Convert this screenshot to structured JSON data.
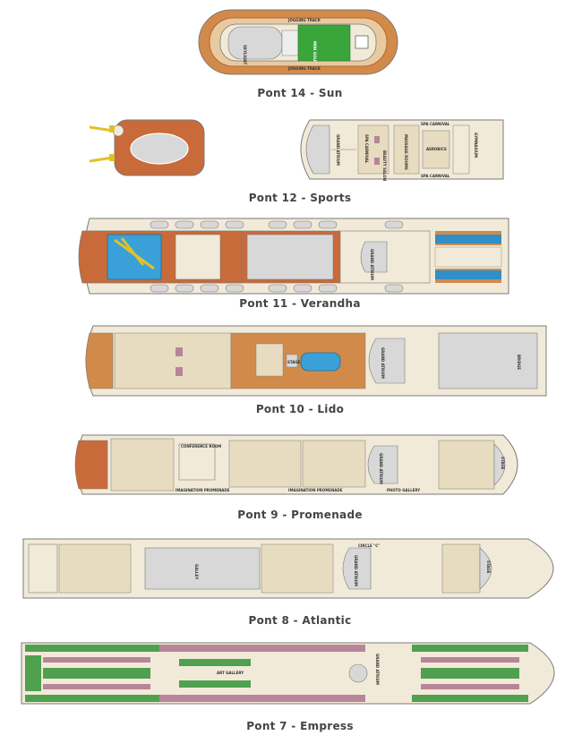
{
  "colors": {
    "hull": "#f2ead8",
    "outline": "#7a7a7a",
    "wood": "#d28a4a",
    "wood_dark": "#b8652f",
    "grey_area": "#d8d8d8",
    "green": "#3aa53a",
    "pool_blue": "#3aa0d8",
    "cabin_blue": "#2f8fc6",
    "cabin_green": "#4fa04f",
    "cabin_pink": "#b7859a",
    "beige": "#e8dcc0",
    "caption": "#444444"
  },
  "decks": {
    "d14": {
      "caption": "Pont 14 - Sun",
      "labels": {
        "jogging_top": "JOGGING TRACK",
        "jogging_bottom": "JOGGING TRACK",
        "skylight": "SKYLIGHT",
        "mini_golf": "MINI GOLF"
      }
    },
    "d12": {
      "caption": "Pont 12 - Sports",
      "labels": {
        "spa_top": "SPA CARNIVAL",
        "spa_bottom": "SPA CARNIVAL",
        "spa_mid": "SPA CARNIVAL",
        "atrium": "GRAND ATRIUM",
        "beauty": "BEAUTY SALON",
        "massage": "MASSAGE ROOMS",
        "aerobics": "AEROBICS",
        "gym": "GYMNASIUM"
      }
    },
    "d11": {
      "caption": "Pont 11 - Verandha",
      "labels": {
        "atrium": "GRAND ATRIUM"
      }
    },
    "d10": {
      "caption": "Pont 10 - Lido",
      "labels": {
        "bridge": "BRIDGE",
        "atrium": "GRAND ATRIUM",
        "stage": "STAGE"
      }
    },
    "d9": {
      "caption": "Pont 9 - Promenade",
      "labels": {
        "conference": "CONFERENCE ROOM",
        "promenade_left": "IMAGINATION PROMENADE",
        "promenade_right": "IMAGINATION PROMENADE",
        "photo": "PHOTO GALLERY",
        "atrium": "GRAND ATRIUM",
        "stage": "STAGE"
      }
    },
    "d8": {
      "caption": "Pont 8 - Atlantic",
      "labels": {
        "galley": "GALLEY",
        "circle": "CIRCLE \"C\"",
        "atrium": "GRAND ATRIUM",
        "stage": "STAGE"
      }
    },
    "d7": {
      "caption": "Pont 7 - Empress",
      "labels": {
        "art": "ART GALLERY",
        "atrium": "GRAND ATRIUM"
      }
    }
  }
}
